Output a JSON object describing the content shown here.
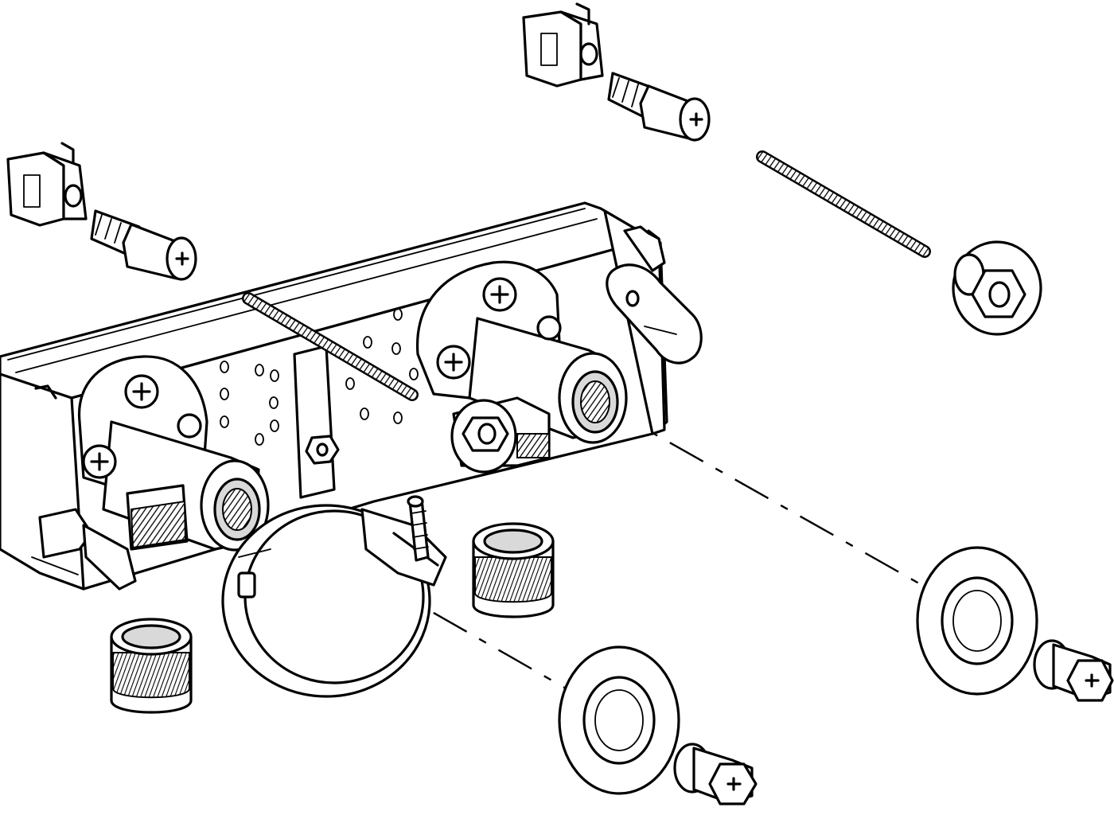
{
  "figure": {
    "kind": "exploded assembly line drawing",
    "background": "#ffffff",
    "line_color": "#000000",
    "shade_color": "#d9d9d9"
  },
  "parts": [
    "mounting-frame",
    "wall-clip",
    "wall-plug",
    "threaded-rod",
    "washer-nut",
    "pipe-elbow",
    "threaded-sleeve",
    "clamp-ring",
    "cover-rosette",
    "plug-screw"
  ]
}
